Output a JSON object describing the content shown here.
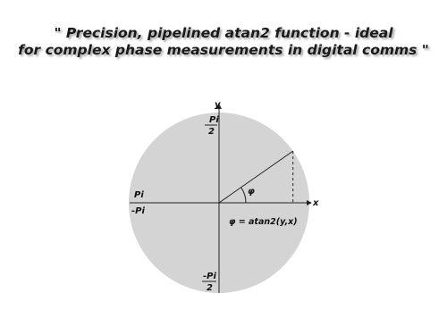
{
  "title": {
    "line1": "\" Precision, pipelined atan2 function - ideal",
    "line2": "for complex phase measurements in digital comms \""
  },
  "diagram": {
    "axis_x_label": "x",
    "axis_y_label": "y",
    "top_label_num": "Pi",
    "top_label_den": "2",
    "left_upper_label": "Pi",
    "left_lower_label": "-Pi",
    "bottom_label_num": "-Pi",
    "bottom_label_den": "2",
    "angle_symbol": "φ",
    "formula": "φ = atan2(y,x)",
    "angle_degrees": 35,
    "colors": {
      "circle_fill": "#d4d4d4",
      "line": "#222222"
    }
  }
}
